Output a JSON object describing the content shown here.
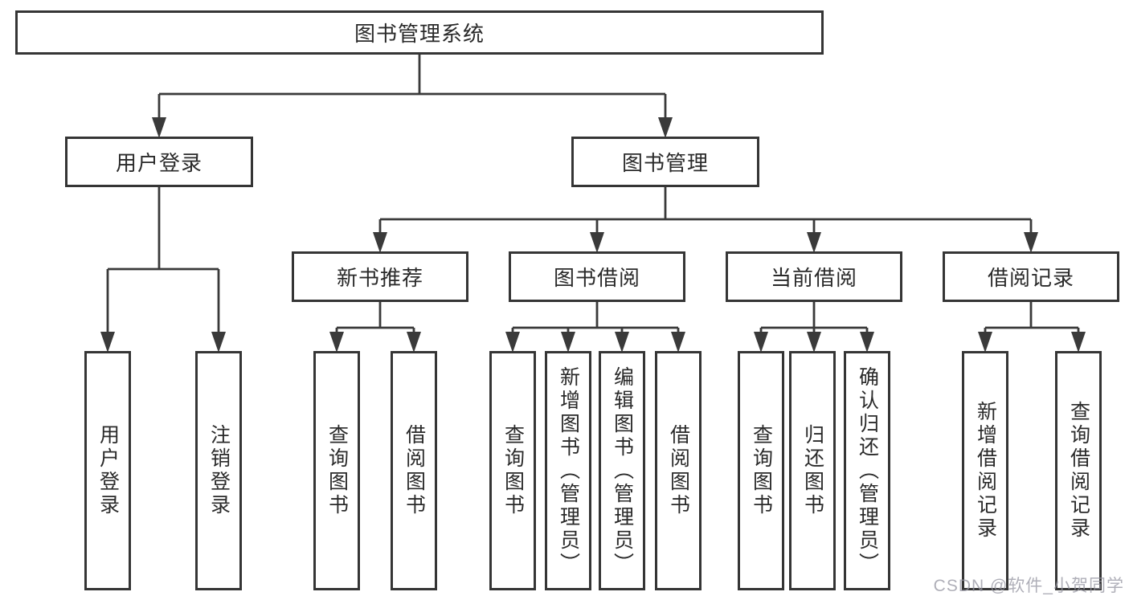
{
  "tree": {
    "root": "图书管理系统",
    "children": [
      {
        "label": "用户登录",
        "children": [
          {
            "label": "用户登录"
          },
          {
            "label": "注销登录"
          }
        ]
      },
      {
        "label": "图书管理",
        "children": [
          {
            "label": "新书推荐",
            "children": [
              {
                "label": "查询图书"
              },
              {
                "label": "借阅图书"
              }
            ]
          },
          {
            "label": "图书借阅",
            "children": [
              {
                "label": "查询图书"
              },
              {
                "label": "新增图书（管理员）"
              },
              {
                "label": "编辑图书（管理员）"
              },
              {
                "label": "借阅图书"
              }
            ]
          },
          {
            "label": "当前借阅",
            "children": [
              {
                "label": "查询图书"
              },
              {
                "label": "归还图书"
              },
              {
                "label": "确认归还（管理员）"
              }
            ]
          },
          {
            "label": "借阅记录",
            "children": [
              {
                "label": "新增借阅记录"
              },
              {
                "label": "查询借阅记录"
              }
            ]
          }
        ]
      }
    ]
  },
  "watermark": {
    "text": "CSDN @软件_小贺同学",
    "color": "#9494a0"
  },
  "colors": {
    "background": "#ffffff",
    "box_border": "#353535",
    "line": "#3a3a3a",
    "text": "#2a2a2a"
  }
}
